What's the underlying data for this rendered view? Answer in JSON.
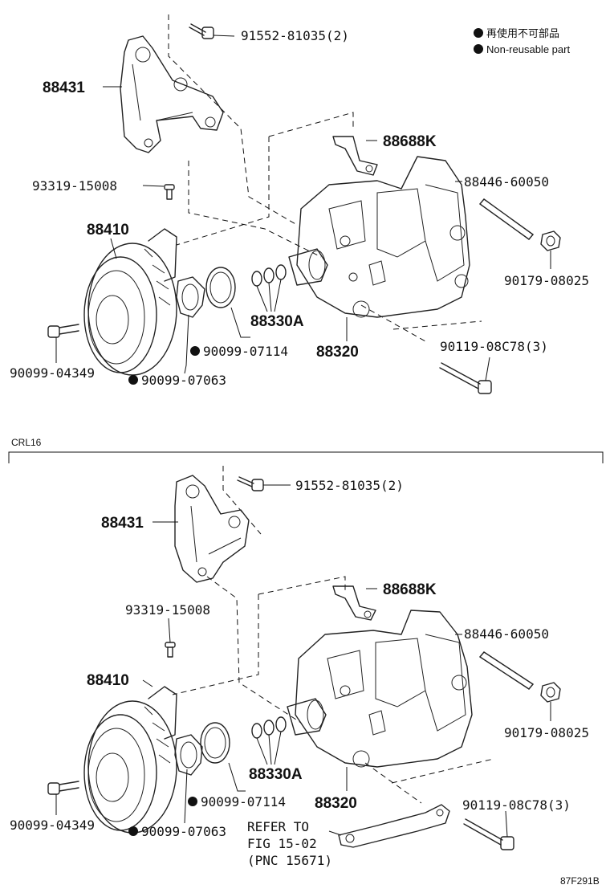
{
  "legend": {
    "line1": "再使用不可部品",
    "line2": "Non-reusable part"
  },
  "section_label": "CRL16",
  "figure_id": "87F291B",
  "diagrams": [
    {
      "labels": {
        "p88431": "88431",
        "p91552": "91552-81035(2)",
        "p93319": "93319-15008",
        "p88688K": "88688K",
        "p88446": "88446-60050",
        "p88410": "88410",
        "p90179": "90179-08025",
        "p88330A": "88330A",
        "p90099_07114": "90099-07114",
        "p88320": "88320",
        "p90119": "90119-08C78(3)",
        "p90099_04349": "90099-04349",
        "p90099_07063": "90099-07063"
      }
    },
    {
      "labels": {
        "p88431": "88431",
        "p91552": "91552-81035(2)",
        "p93319": "93319-15008",
        "p88688K": "88688K",
        "p88446": "88446-60050",
        "p88410": "88410",
        "p90179": "90179-08025",
        "p88330A": "88330A",
        "p90099_07114": "90099-07114",
        "p88320": "88320",
        "p90119": "90119-08C78(3)",
        "p90099_04349": "90099-04349",
        "p90099_07063": "90099-07063",
        "refer_line1": "REFER TO",
        "refer_line2": "FIG 15-02",
        "refer_line3": "(PNC 15671)"
      }
    }
  ]
}
